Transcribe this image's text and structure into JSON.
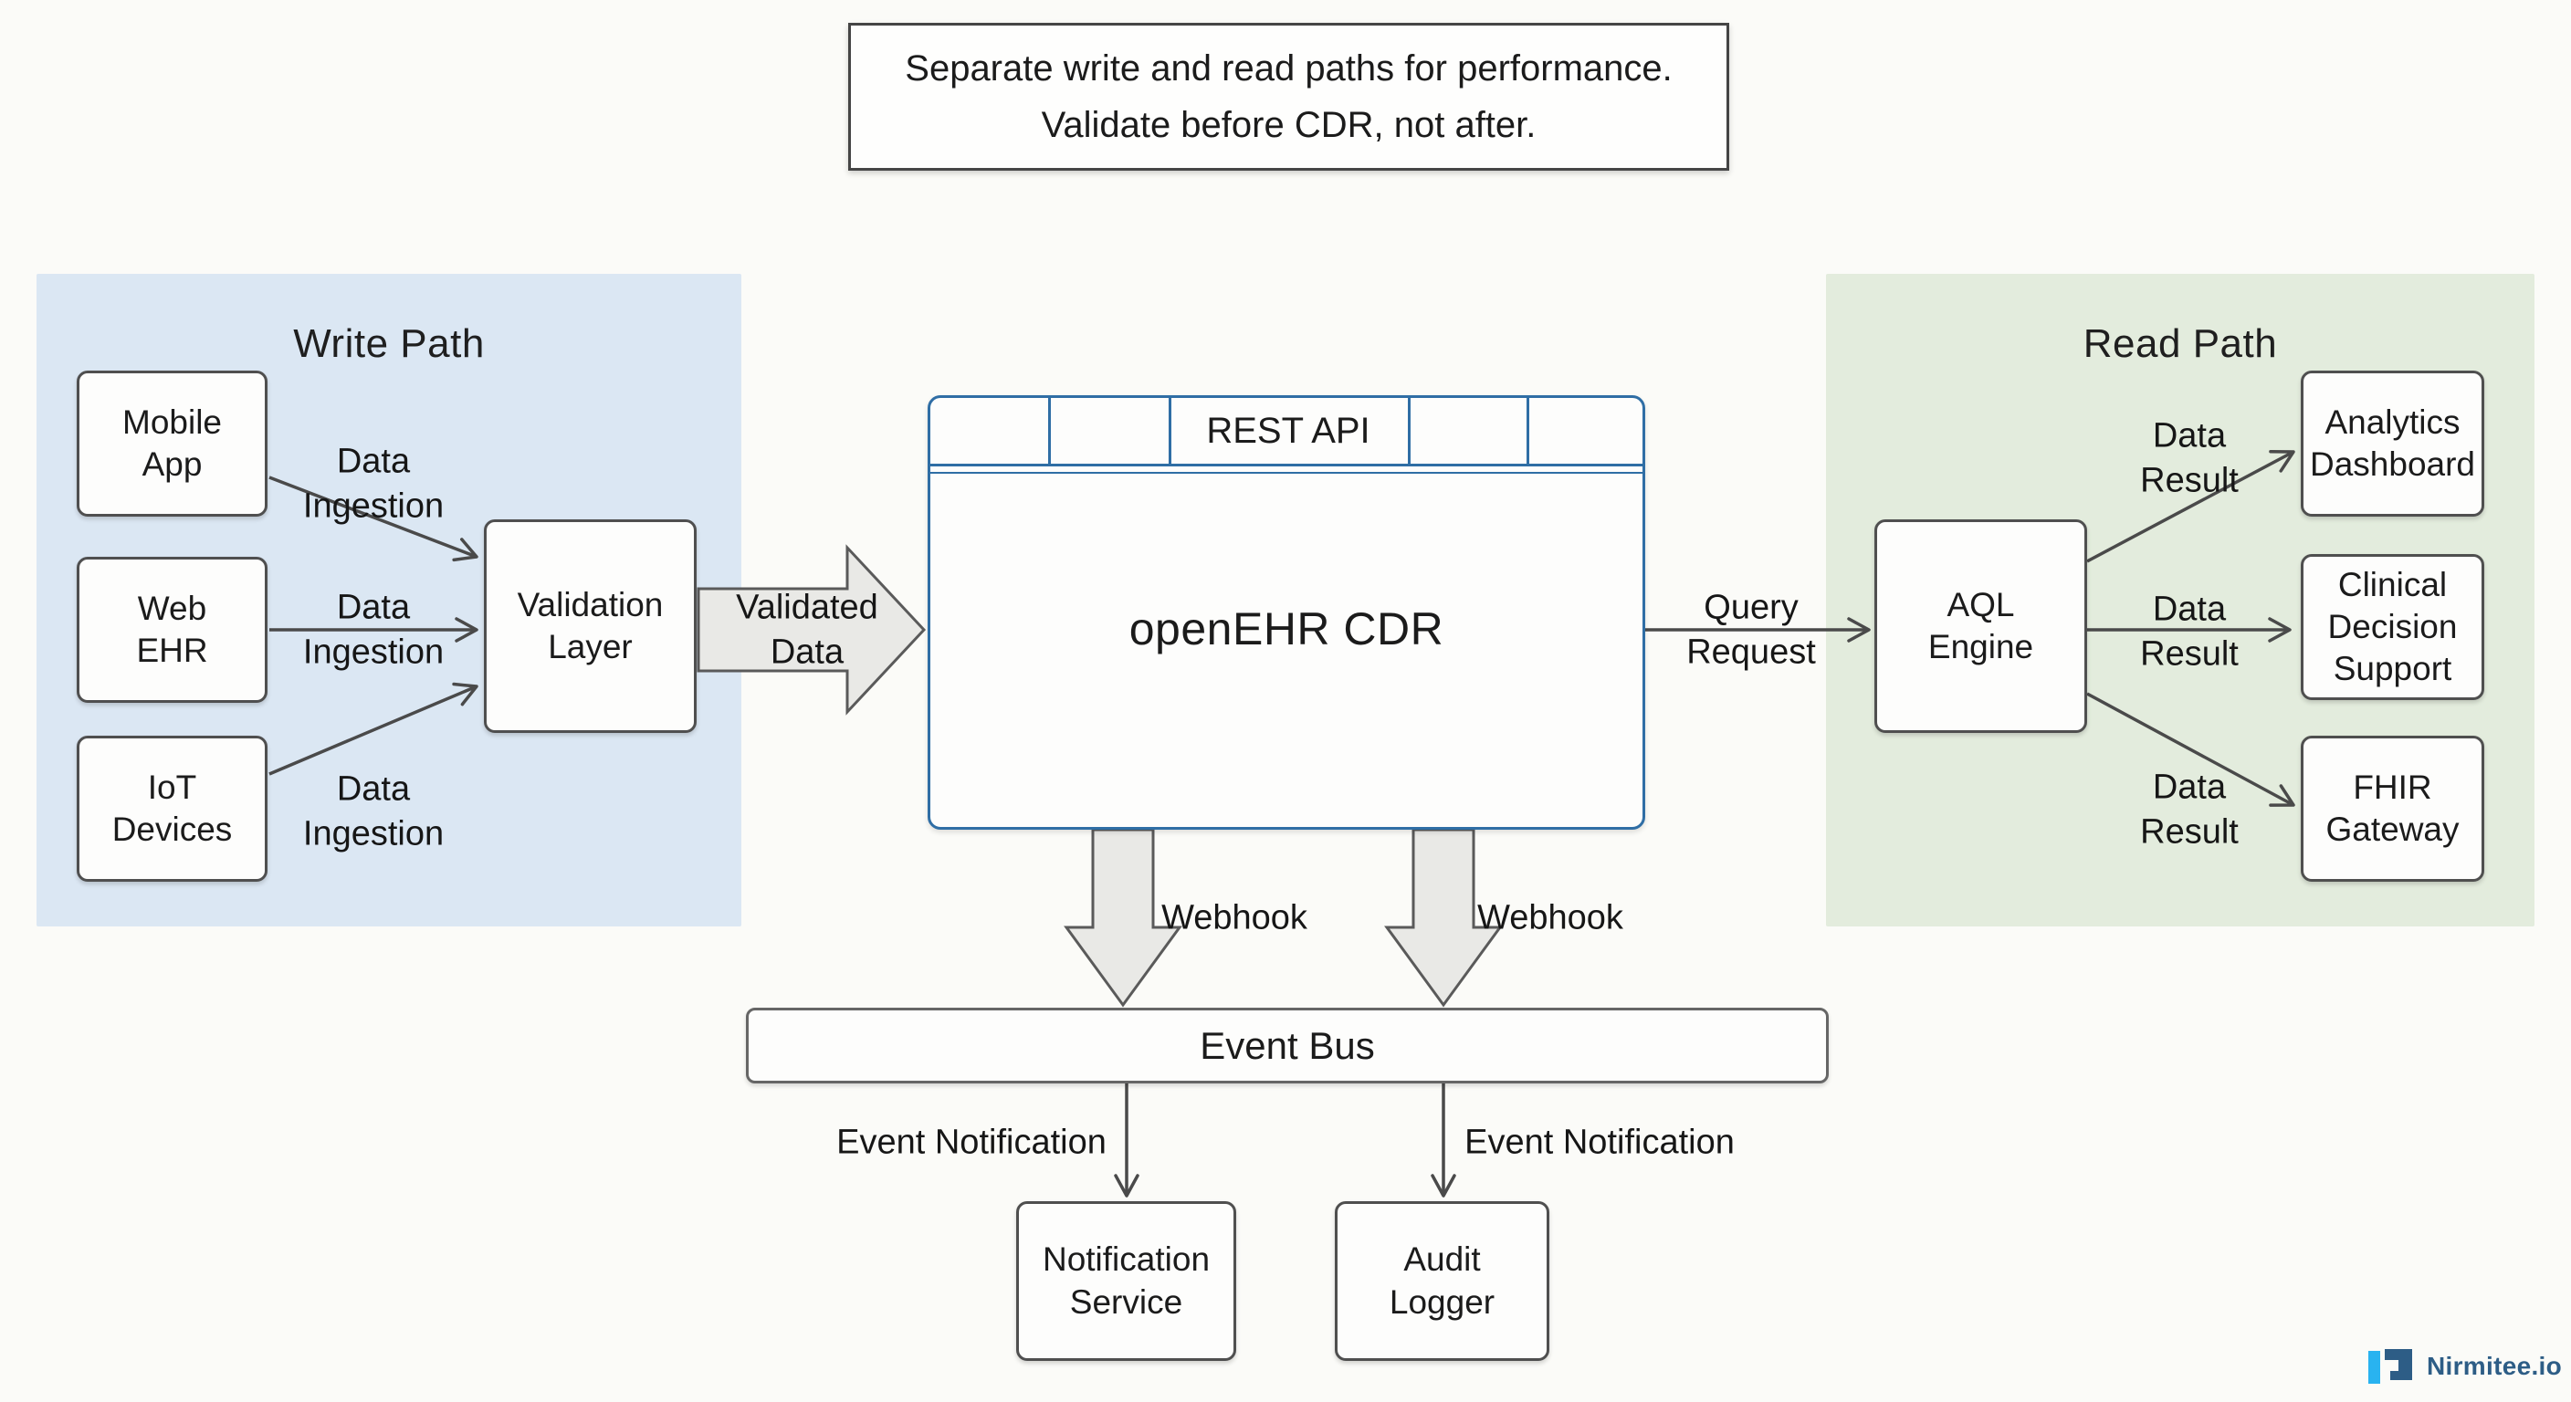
{
  "banner": {
    "text": "Separate write and read paths for performance.\nValidate before CDR, not after."
  },
  "write_path": {
    "title": "Write Path",
    "boxes": {
      "mobile_app": "Mobile\nApp",
      "web_ehr": "Web\nEHR",
      "iot_devices": "IoT\nDevices",
      "validation_layer": "Validation\nLayer"
    },
    "edge_labels": {
      "ingestion1": "Data\nIngestion",
      "ingestion2": "Data\nIngestion",
      "ingestion3": "Data\nIngestion"
    }
  },
  "center": {
    "rest_api": "REST API",
    "cdr_title": "openEHR CDR",
    "validated_data": "Validated\nData",
    "query_request": "Query\nRequest",
    "webhook1": "Webhook",
    "webhook2": "Webhook",
    "event_bus": "Event Bus",
    "event_notification1": "Event Notification",
    "event_notification2": "Event Notification",
    "notification_service": "Notification\nService",
    "audit_logger": "Audit\nLogger"
  },
  "read_path": {
    "title": "Read Path",
    "boxes": {
      "aql_engine": "AQL\nEngine",
      "analytics_dashboard": "Analytics\nDashboard",
      "clinical_decision_support": "Clinical\nDecision\nSupport",
      "fhir_gateway": "FHIR\nGateway"
    },
    "edge_labels": {
      "result1": "Data\nResult",
      "result2": "Data\nResult",
      "result3": "Data\nResult"
    }
  },
  "branding": {
    "logo_text": "Nirmitee.io"
  },
  "colors": {
    "write_bg": "#dbe7f3",
    "read_bg": "#e3ecdd",
    "cdr_border": "#2f6ea5",
    "arrow": "#4a4a4a",
    "block_arrow_fill": "#e9e9e6",
    "logo_blue": "#2d5d86",
    "logo_cyan": "#29b3f0"
  }
}
